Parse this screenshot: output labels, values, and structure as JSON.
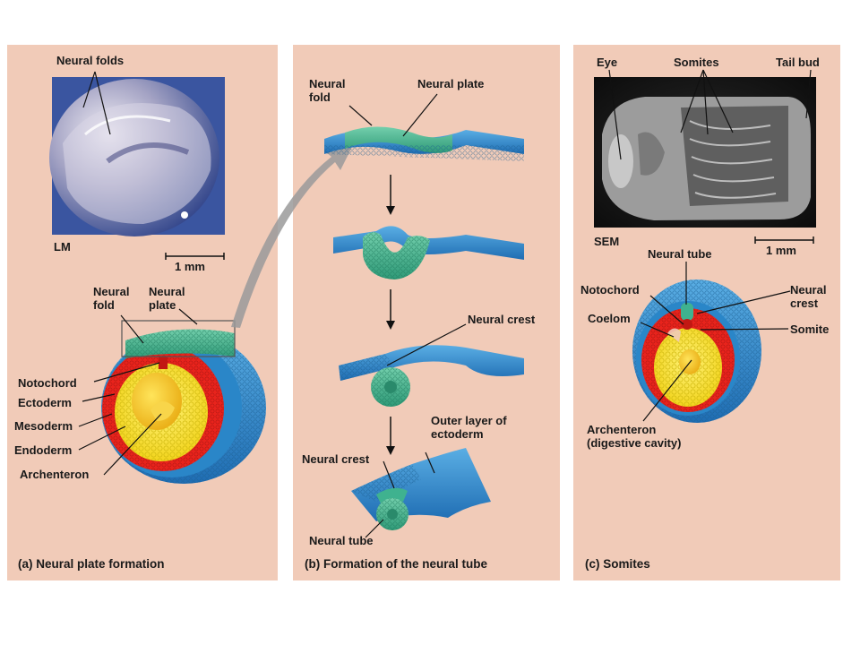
{
  "panels": {
    "a": {
      "caption": "(a) Neural plate formation",
      "micrograph_label": "LM",
      "scale_bar": "1 mm",
      "labels": {
        "neural_folds": "Neural folds",
        "neural_fold": "Neural fold",
        "neural_plate": "Neural plate",
        "notochord": "Notochord",
        "ectoderm": "Ectoderm",
        "mesoderm": "Mesoderm",
        "endoderm": "Endoderm",
        "archenteron": "Archenteron"
      }
    },
    "b": {
      "caption": "(b) Formation of the neural tube",
      "labels": {
        "neural_fold": "Neural fold",
        "neural_plate": "Neural plate",
        "neural_crest_1": "Neural crest",
        "outer_layer": "Outer layer of ectoderm",
        "neural_crest_2": "Neural crest",
        "neural_tube": "Neural tube"
      }
    },
    "c": {
      "caption": "(c) Somites",
      "micrograph_label": "SEM",
      "scale_bar": "1 mm",
      "labels": {
        "eye": "Eye",
        "somites": "Somites",
        "tail_bud": "Tail bud",
        "neural_tube": "Neural tube",
        "notochord": "Notochord",
        "neural_crest": "Neural crest",
        "coelom": "Coelom",
        "somite": "Somite",
        "archenteron": "Archenteron (digestive cavity)"
      }
    }
  },
  "colors": {
    "panel_bg": "#f1cbb8",
    "ectoderm_blue": "#2f8fd0",
    "neural_green": "#3fb28f",
    "mesoderm_red": "#e8231c",
    "endoderm_yellow": "#f4e430",
    "arrow_gray": "#9a9a9a"
  }
}
